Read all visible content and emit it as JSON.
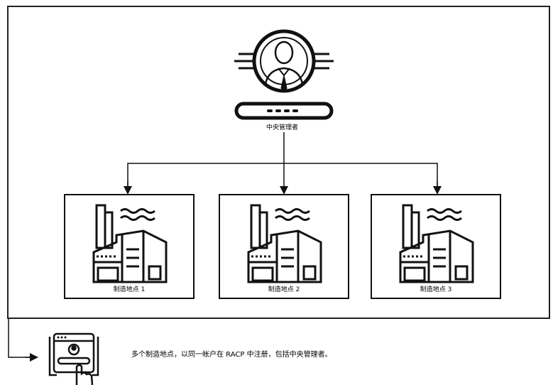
{
  "manager": {
    "label": "中央管理者"
  },
  "sites": [
    {
      "label": "制造地点 1"
    },
    {
      "label": "制造地点 2"
    },
    {
      "label": "制造地点 3"
    }
  ],
  "footer": {
    "description": "多个制造地点，以同一帐户在 RACP 中注册，包括中央管理者。"
  },
  "colors": {
    "line": "#111111",
    "background": "#ffffff"
  },
  "icons": [
    "manager-avatar-icon",
    "factory-icon",
    "user-login-icon"
  ]
}
